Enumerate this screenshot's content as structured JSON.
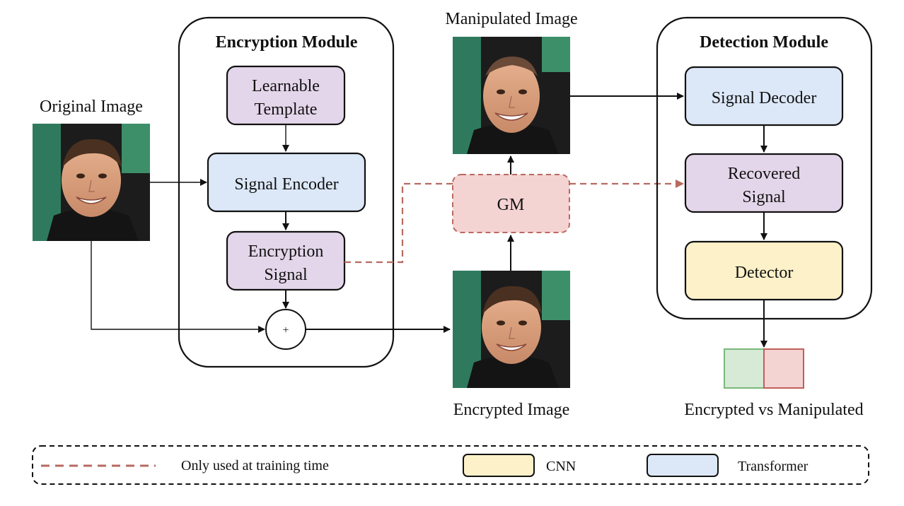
{
  "labels": {
    "original_image": "Original Image",
    "manipulated_image": "Manipulated Image",
    "encrypted_image": "Encrypted Image",
    "result": "Encrypted vs Manipulated"
  },
  "encryption_module": {
    "title": "Encryption Module",
    "learnable_template": [
      "Learnable",
      "Template"
    ],
    "signal_encoder": "Signal Encoder",
    "encryption_signal": [
      "Encryption",
      "Signal"
    ],
    "plus": "+"
  },
  "gm": {
    "label": "GM"
  },
  "detection_module": {
    "title": "Detection Module",
    "signal_decoder": "Signal Decoder",
    "recovered_signal": [
      "Recovered",
      "Signal"
    ],
    "detector": "Detector"
  },
  "legend": {
    "dashed": "Only used at training time",
    "cnn": "CNN",
    "transformer": "Transformer"
  },
  "colors": {
    "purple_fill": "#e4d6ea",
    "blue_fill": "#dce8f8",
    "yellow_fill": "#fcf1c8",
    "red_fill": "#f4d3d3",
    "red_dash": "#b86a60",
    "green_fill": "#d6ead6",
    "green_stroke": "#7ab87a",
    "red_stroke": "#c0605a"
  },
  "icons": {
    "original": "face-photo",
    "manipulated": "face-photo",
    "encrypted": "face-photo"
  }
}
